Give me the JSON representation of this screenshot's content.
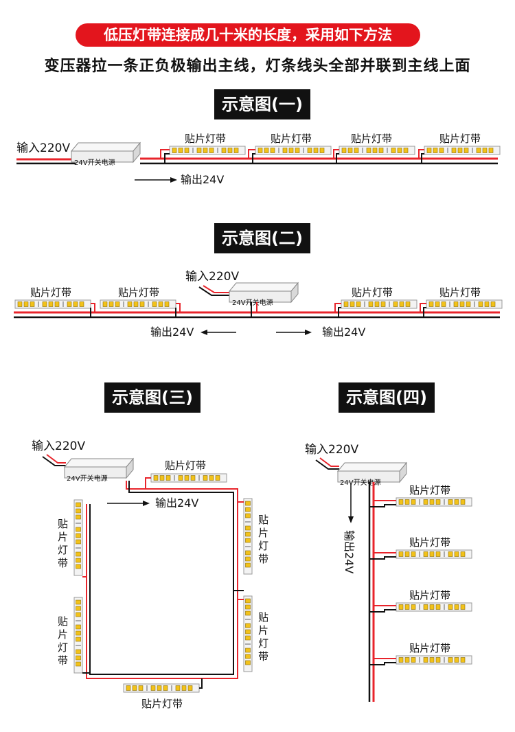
{
  "header": {
    "banner": "低压灯带连接成几十米的长度，采用如下方法",
    "subtitle": "变压器拉一条正负极输出主线，灯条线头全部并联到主线上面"
  },
  "labels": {
    "input": "输入220V",
    "psu": "24V开关电源",
    "output": "输出24V",
    "strip": "贴片灯带",
    "strip_vertical": [
      "贴",
      "片",
      "灯",
      "带"
    ],
    "output_vertical": "输出24V"
  },
  "sections": [
    {
      "title": "示意图(一)"
    },
    {
      "title": "示意图(二)"
    },
    {
      "title": "示意图(三)"
    },
    {
      "title": "示意图(四)"
    }
  ],
  "colors": {
    "accent_red": "#e3151d",
    "wire_red": "#e8242b",
    "wire_black": "#111111",
    "strip_body": "#f1f1f1",
    "led_yellow": "#f2c21a",
    "title_bg": "#111111"
  }
}
